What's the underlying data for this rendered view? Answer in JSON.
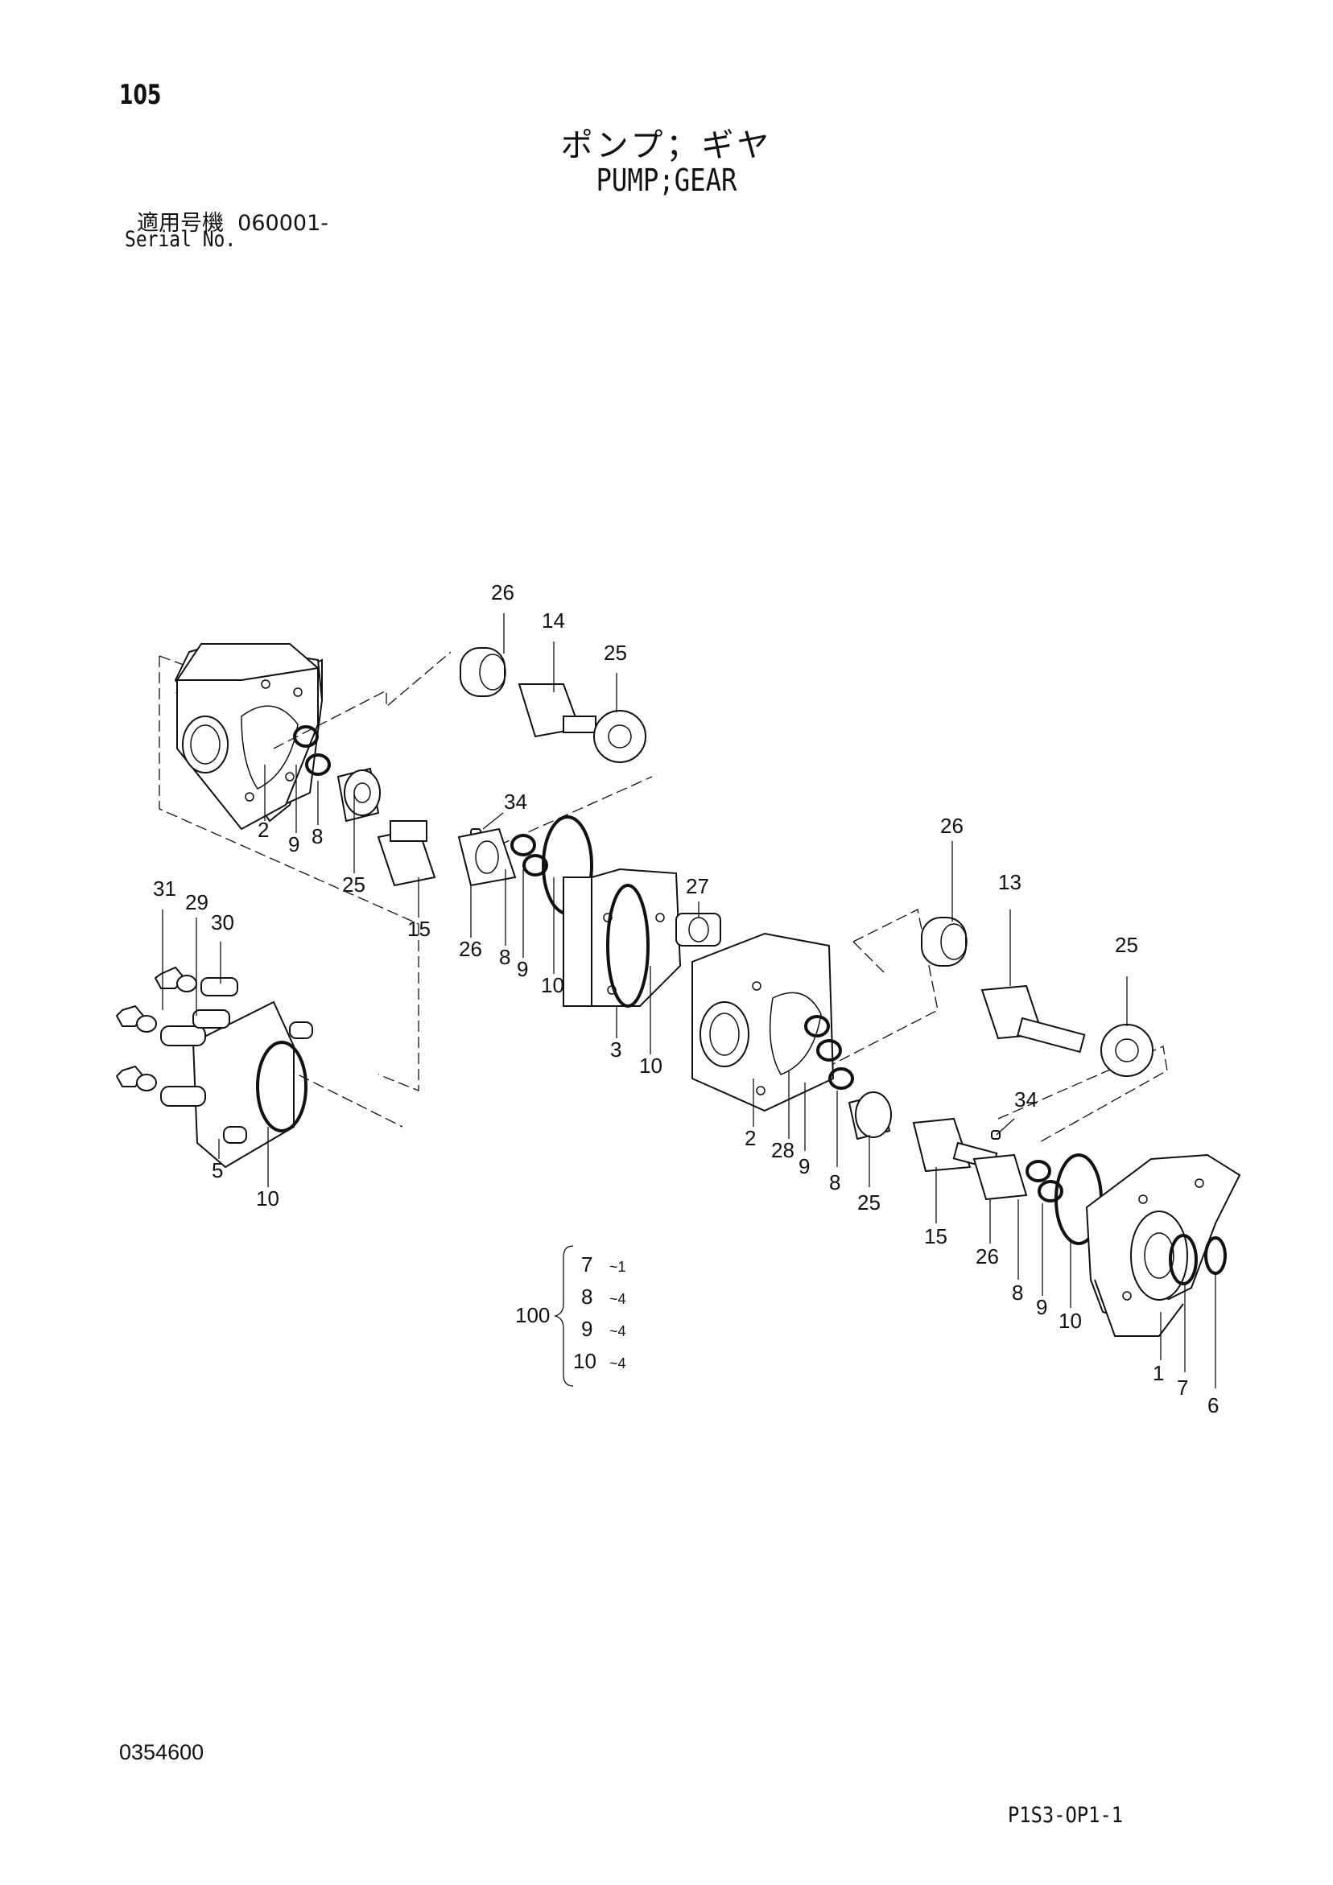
{
  "header": {
    "page_number": "105",
    "title_jp": "ポンプ；ギヤ",
    "title_en": "PUMP;GEAR",
    "serial_label_jp": "適用号機",
    "serial_value": "060001-",
    "serial_label_en": "Serial No."
  },
  "diagram": {
    "callouts": [
      "26",
      "14",
      "25",
      "34",
      "2",
      "9",
      "8",
      "25",
      "15",
      "26",
      "8",
      "9",
      "10",
      "27",
      "3",
      "10",
      "31",
      "29",
      "30",
      "5",
      "10",
      "26",
      "13",
      "25",
      "34",
      "2",
      "28",
      "9",
      "8",
      "25",
      "15",
      "26",
      "8",
      "9",
      "10",
      "1",
      "7",
      "6"
    ],
    "kit": {
      "number": "100",
      "items": [
        {
          "part": "7",
          "qty": "~1"
        },
        {
          "part": "8",
          "qty": "~4"
        },
        {
          "part": "9",
          "qty": "~4"
        },
        {
          "part": "10",
          "qty": "~4"
        }
      ]
    }
  },
  "footer": {
    "document_code": "0354600",
    "page_code": "P1S3-OP1-1"
  }
}
